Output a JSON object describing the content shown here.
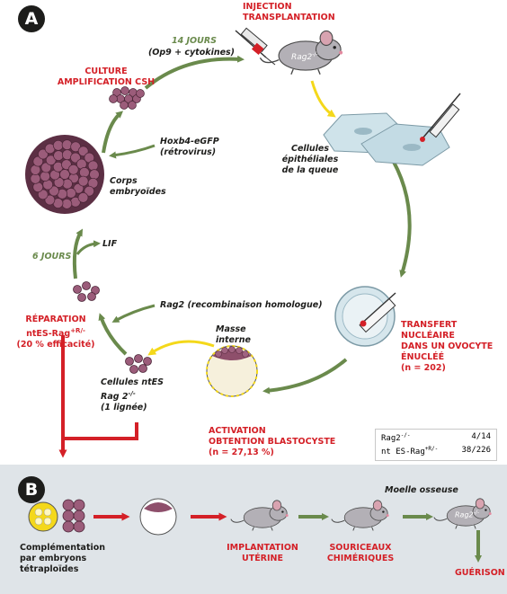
{
  "panels": {
    "a": "A",
    "b": "B"
  },
  "panel_a": {
    "injection": [
      "INJECTION",
      "TRANSPLANTATION"
    ],
    "fourteen_days": "14 JOURS",
    "op9": "(Op9 + cytokines)",
    "culture": [
      "CULTURE",
      "AMPLIFICATION CSH"
    ],
    "hoxb4": [
      "Hoxb4-eGFP",
      "(rétrovirus)"
    ],
    "corps": [
      "Corps",
      "embryoïdes"
    ],
    "cellules_queue": [
      "Cellules",
      "épithéliales",
      "de la queue"
    ],
    "six_days": "6 JOURS",
    "lif": "LIF",
    "rag2_homo": "Rag2 (recombinaison homologue)",
    "reparation": [
      "RÉPARATION",
      "ntES-Rag",
      "(20 % efficacité)"
    ],
    "reparation_sup": "+R/-",
    "masse": [
      "Masse",
      "interne"
    ],
    "cellules_ntes": [
      "Cellules ntES",
      "Rag 2",
      "(1 lignée)"
    ],
    "cellules_ntes_sup": "-/-",
    "transfert": [
      "TRANSFERT",
      "NUCLÉAIRE",
      "DANS UN OVOCYTE",
      "ÉNUCLÉÉ",
      "(n = 202)"
    ],
    "activation": [
      "ACTIVATION",
      "OBTENTION BLASTOCYSTE",
      "(n = 27,13 %)"
    ],
    "mouse_label": "Rag2",
    "mouse_label_sup": "-/-",
    "table": [
      {
        "key": "Rag2",
        "sup": "-/-",
        "value": "4/14"
      },
      {
        "key": "nt ES-Rag",
        "sup": "+R/-",
        "value": "38/226"
      }
    ]
  },
  "panel_b": {
    "complementation": [
      "Complémentation",
      "par embryons",
      "tétraploïdes"
    ],
    "moelle": "Moelle osseuse",
    "implantation": [
      "IMPLANTATION",
      "UTÉRINE"
    ],
    "souriceaux": [
      "SOURICEAUX",
      "CHIMÉRIQUES"
    ],
    "guerison": "GUÉRISON",
    "mouse_label": "Rag2",
    "mouse_label_sup": "-/-"
  },
  "colors": {
    "red": "#d42027",
    "green": "#6a8a4c",
    "cell": "#8e4f6b",
    "mouse": "#b3b0b6",
    "yellow": "#f4d81a",
    "background_b": "#dfe4e8"
  }
}
